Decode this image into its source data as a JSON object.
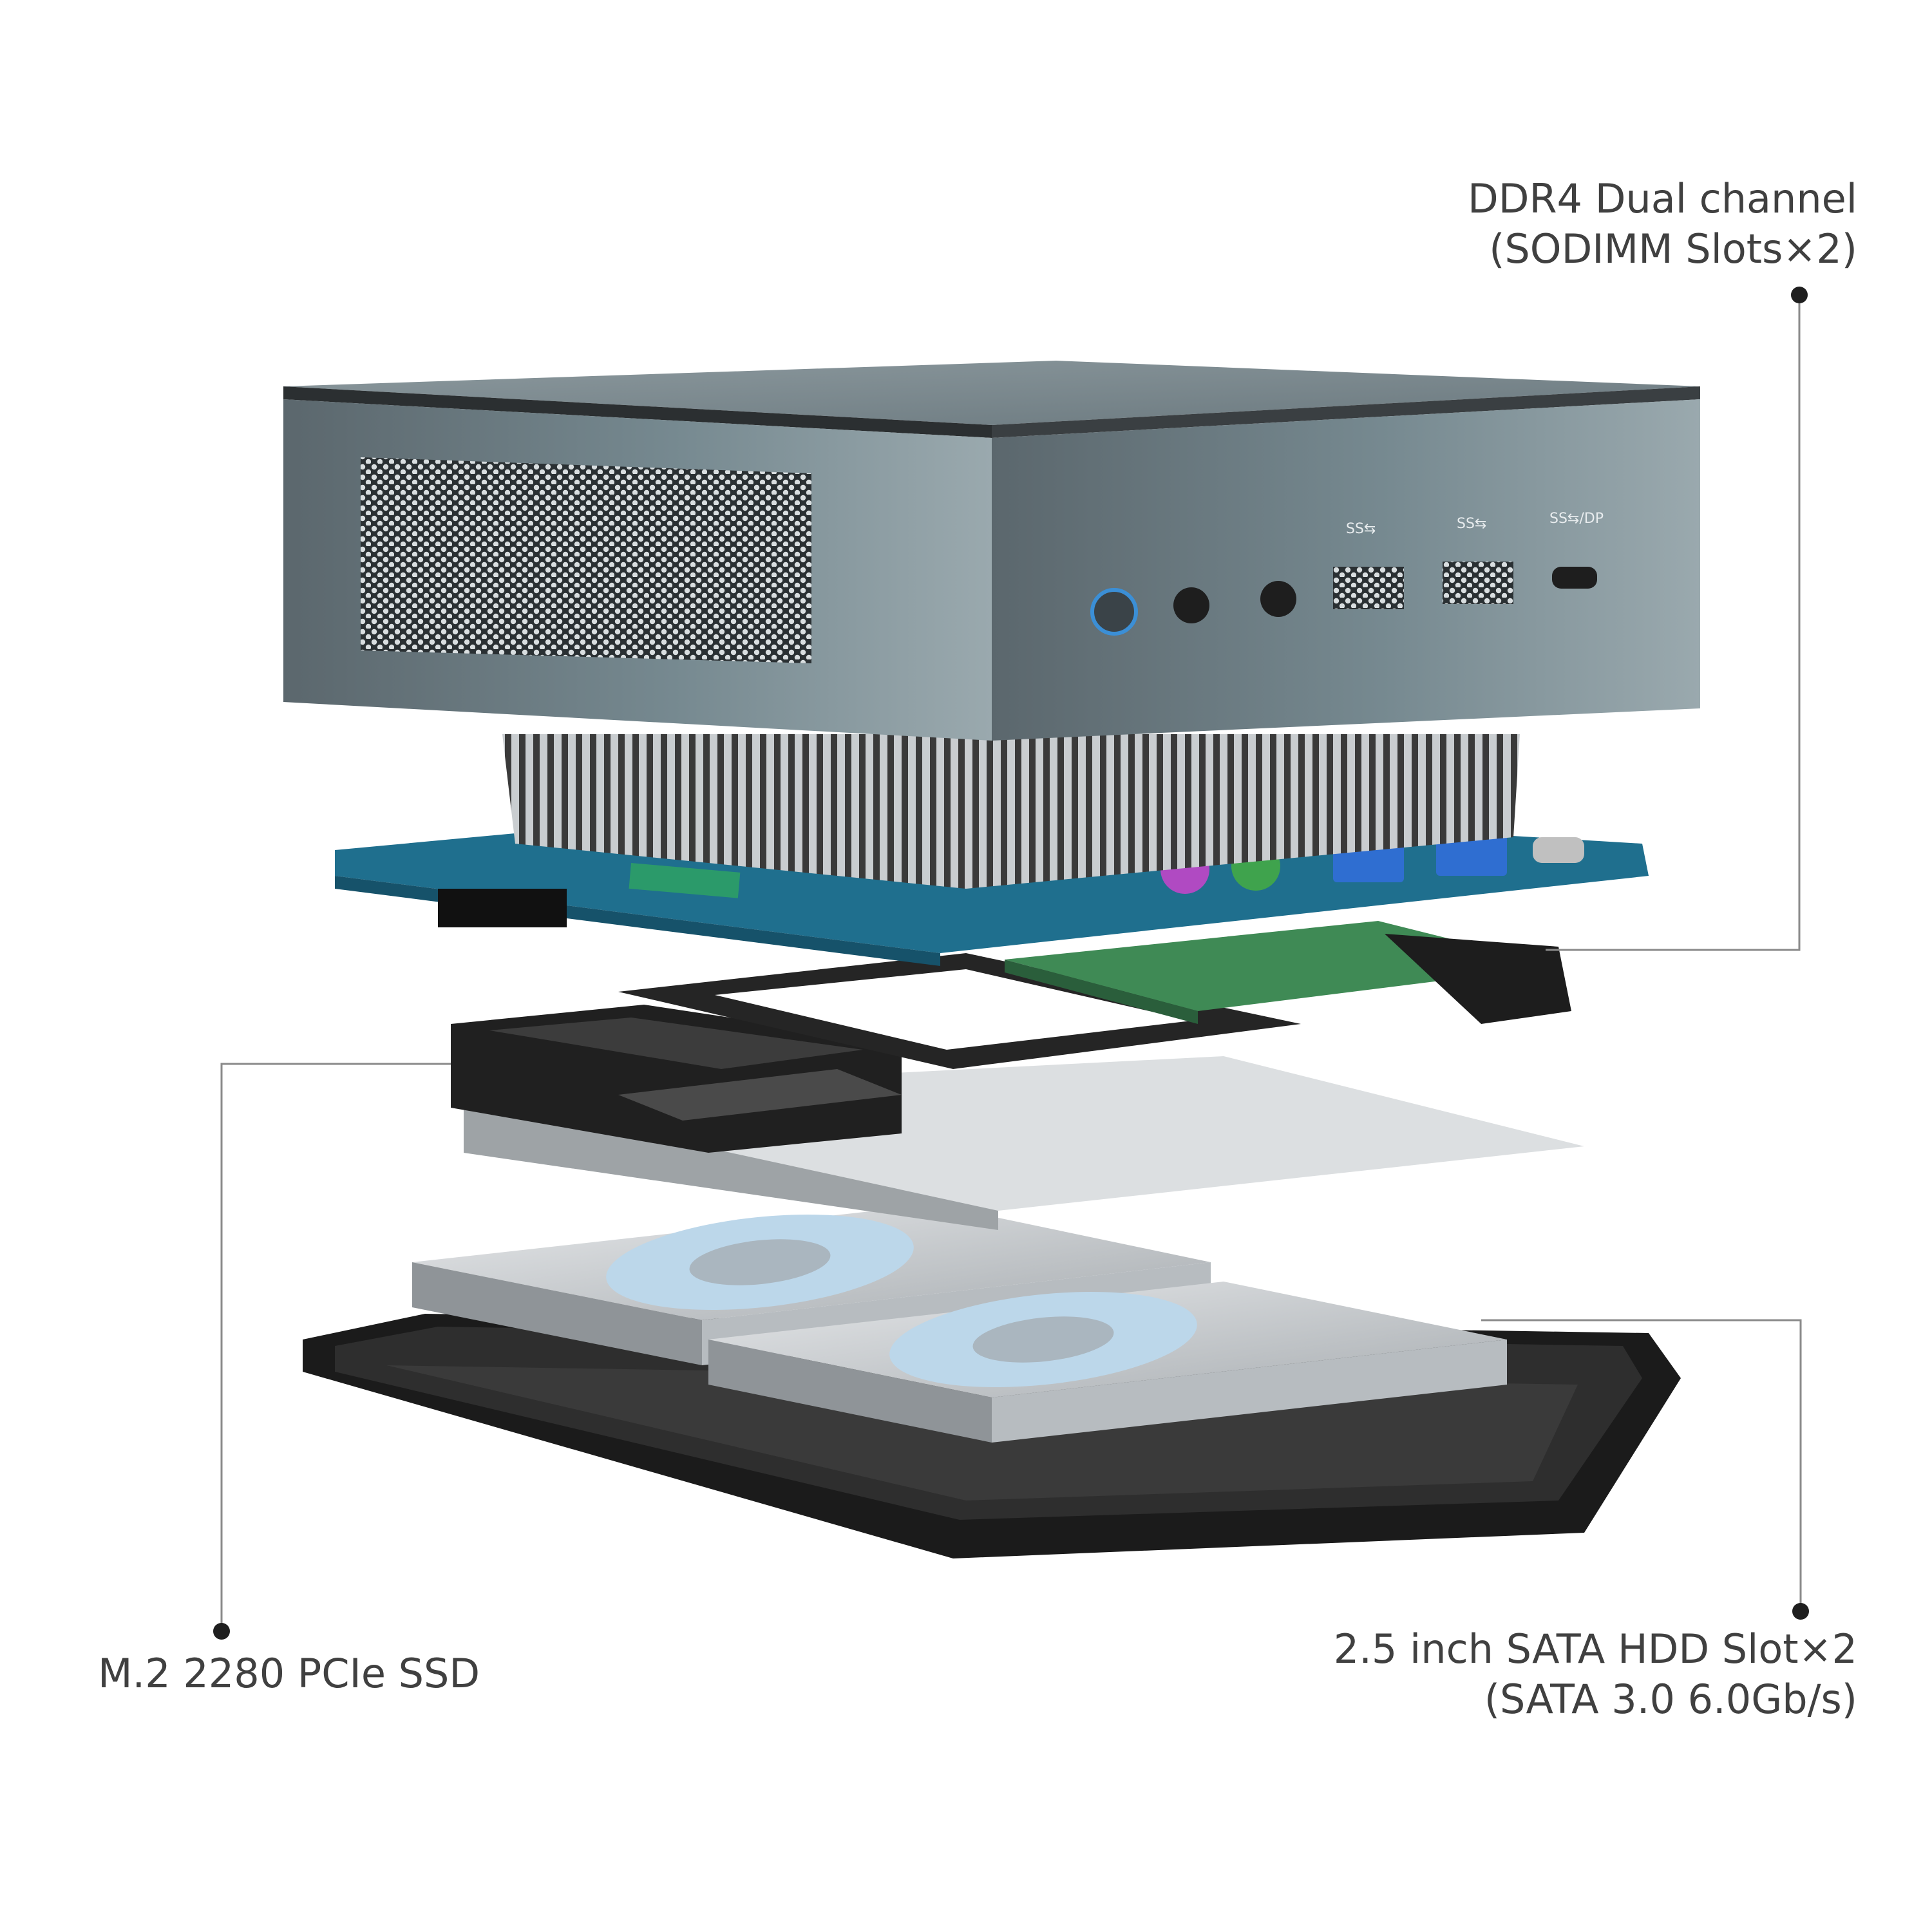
{
  "callouts": {
    "ddr4": {
      "line1": "DDR4  Dual channel",
      "line2": "(SODIMM Slots×2)"
    },
    "ssd": {
      "line1": "M.2 2280 PCIe SSD"
    },
    "hdd": {
      "line1": "2.5 inch SATA HDD Slot×2",
      "line2": "(SATA 3.0 6.0Gb/s)"
    }
  },
  "ports": {
    "usb_a_1": "SS⇆",
    "usb_a_2": "SS⇆",
    "usb_c": "SS⇆/DP"
  },
  "colors": {
    "chassis": "#6c7b82",
    "chassis_dark": "#4f5b61",
    "pcb": "#1f6f8e",
    "ram": "#3f8a55",
    "hdd_label": "#bcd7ea",
    "tray": "#1e1e1e",
    "callout_line": "#8a8a8a",
    "power_led": "#3b8fd6"
  }
}
